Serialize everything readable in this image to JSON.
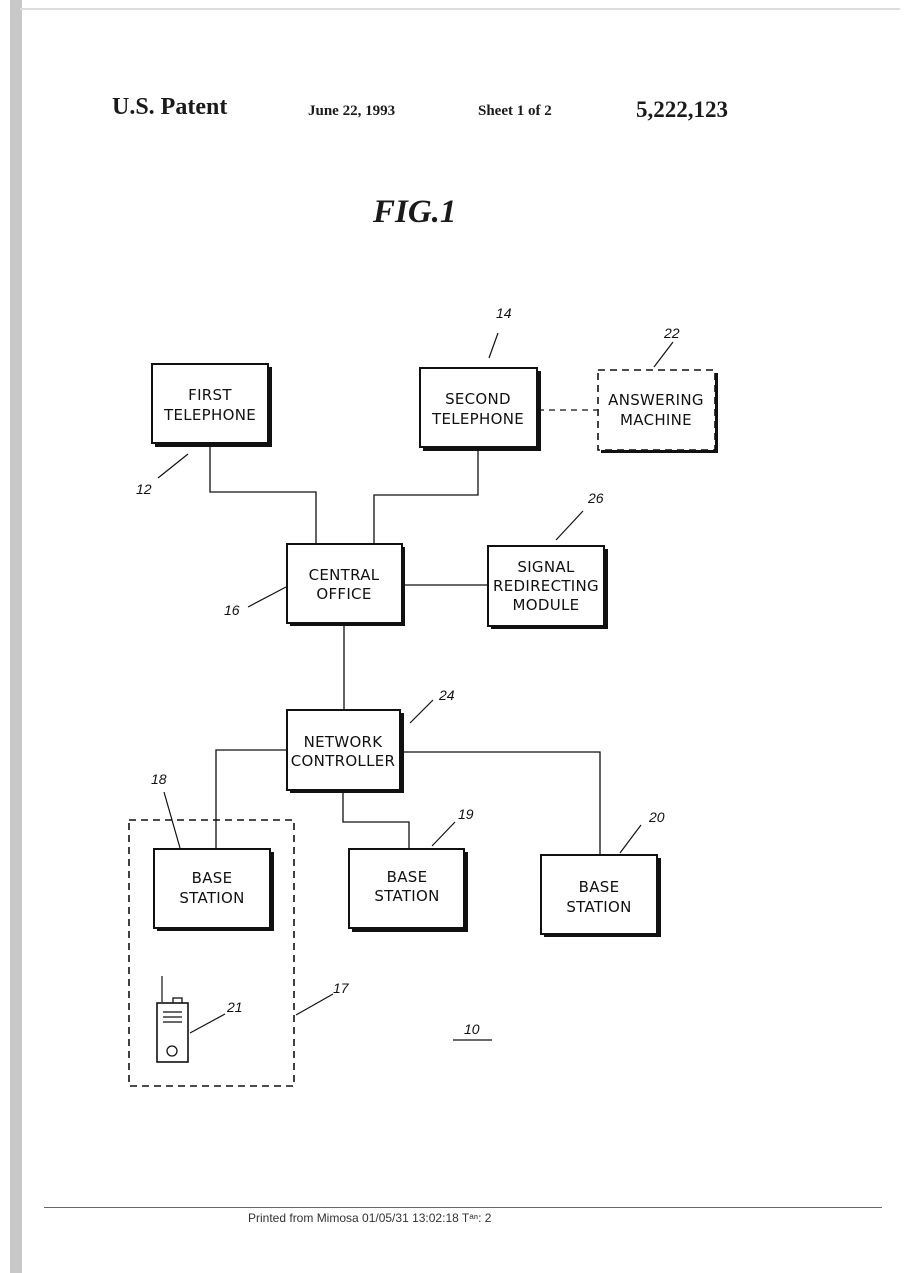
{
  "header": {
    "patent_label": "U.S. Patent",
    "date": "June 22, 1993",
    "sheet": "Sheet 1 of 2",
    "patent_number": "5,222,123"
  },
  "figure": {
    "title": "FIG.1",
    "label_ref": "10",
    "blocks": {
      "first_telephone": {
        "line1": "FIRST",
        "line2": "TELEPHONE",
        "ref": "12"
      },
      "second_telephone": {
        "line1": "SECOND",
        "line2": "TELEPHONE",
        "ref": "14"
      },
      "answering_machine": {
        "line1": "ANSWERING",
        "line2": "MACHINE",
        "ref": "22"
      },
      "central_office": {
        "line1": "CENTRAL",
        "line2": "OFFICE",
        "ref": "16"
      },
      "signal_module": {
        "line1": "SIGNAL",
        "line2": "REDIRECTING",
        "line3": "MODULE",
        "ref": "26"
      },
      "network_controller": {
        "line1": "NETWORK",
        "line2": "CONTROLLER",
        "ref": "24"
      },
      "base_station_1": {
        "line1": "BASE",
        "line2": "STATION",
        "ref": "18"
      },
      "base_station_2": {
        "line1": "BASE",
        "line2": "STATION",
        "ref": "19"
      },
      "base_station_3": {
        "line1": "BASE",
        "line2": "STATION",
        "ref": "20"
      },
      "cell_group": {
        "ref": "17"
      },
      "handset": {
        "ref": "21"
      }
    }
  },
  "footer": {
    "printed": "Printed from Mimosa 01/05/31 13:02:18  Tᵃⁿ: 2"
  }
}
